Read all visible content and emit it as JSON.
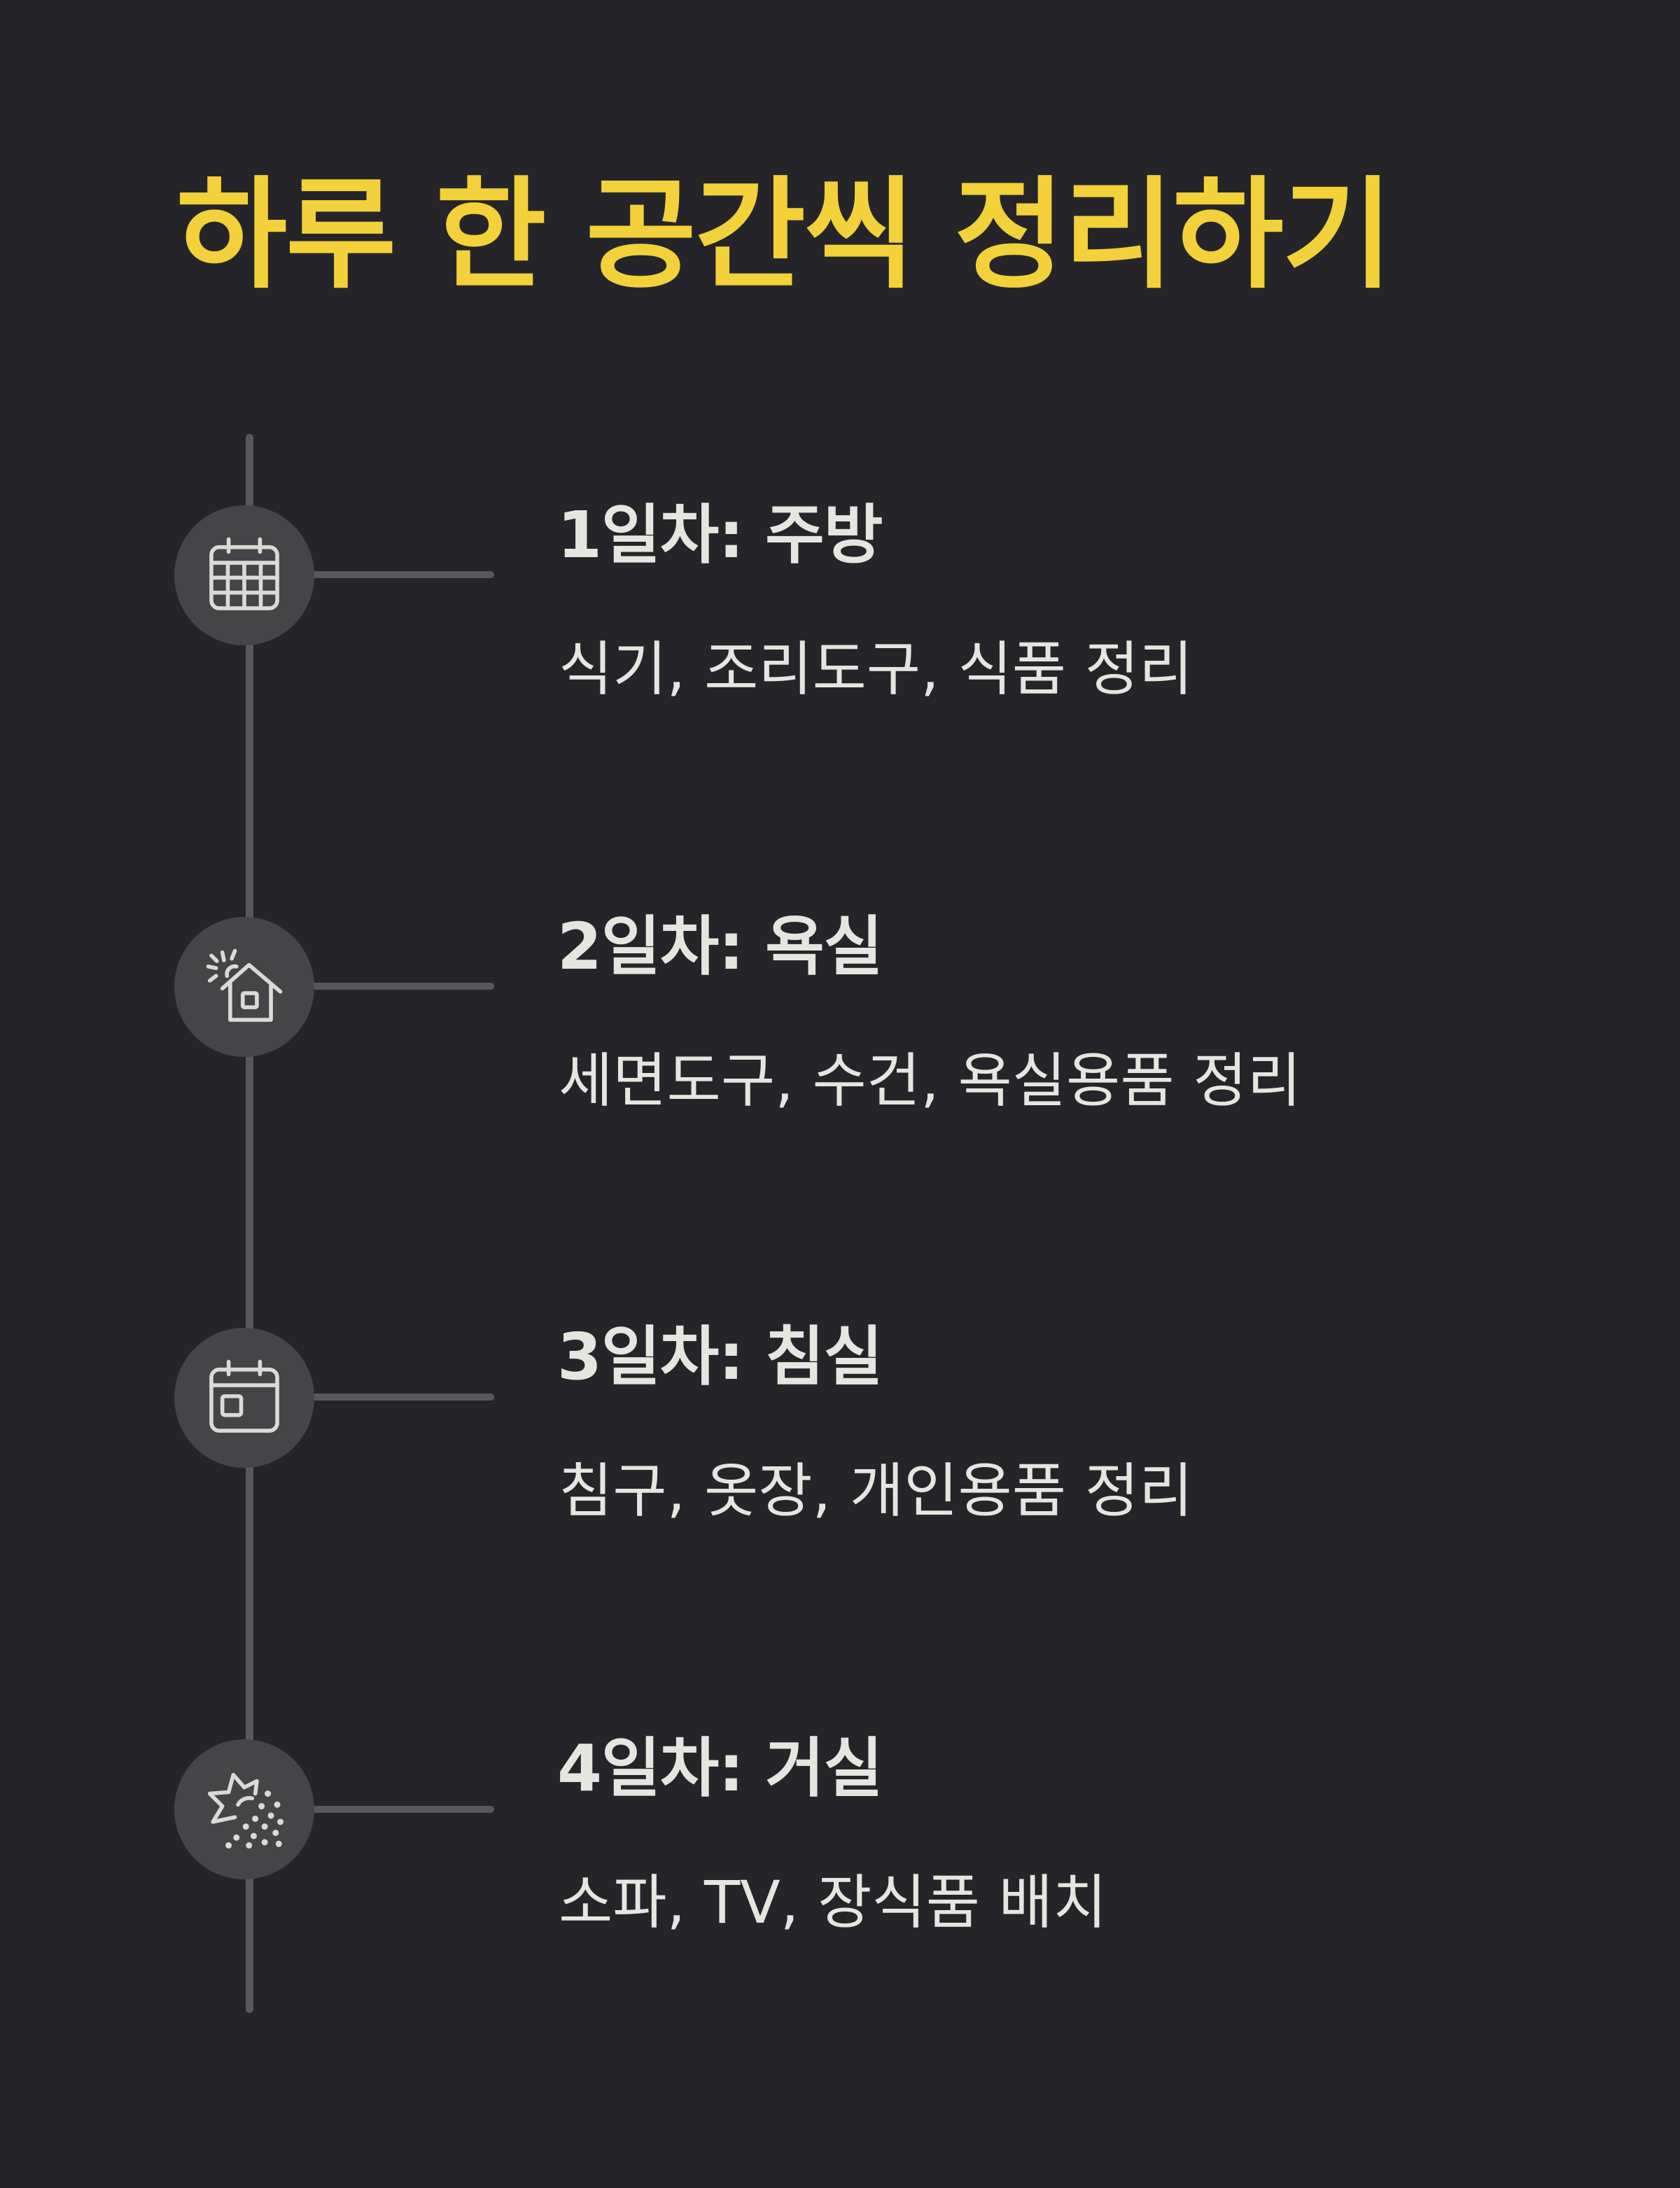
{
  "title": "하루 한 공간씩 정리하기",
  "colors": {
    "background": "#252529",
    "title": "#f2d13a",
    "text": "#e7e5e0",
    "line": "#58585c",
    "node": "#454548"
  },
  "steps": [
    {
      "title": "1일차: 주방",
      "description": "식기, 조리도구, 식품 정리",
      "icon": "calendar-grid-icon"
    },
    {
      "title": "2일차: 욕실",
      "description": "세면도구, 수건, 욕실용품 정리",
      "icon": "house-sun-icon"
    },
    {
      "title": "3일차: 침실",
      "description": "침구, 옷장, 개인용품 정리",
      "icon": "calendar-day-icon"
    },
    {
      "title": "4일차: 거실",
      "description": "소파, TV, 장식품 배치",
      "icon": "sun-sparkle-icon"
    }
  ]
}
